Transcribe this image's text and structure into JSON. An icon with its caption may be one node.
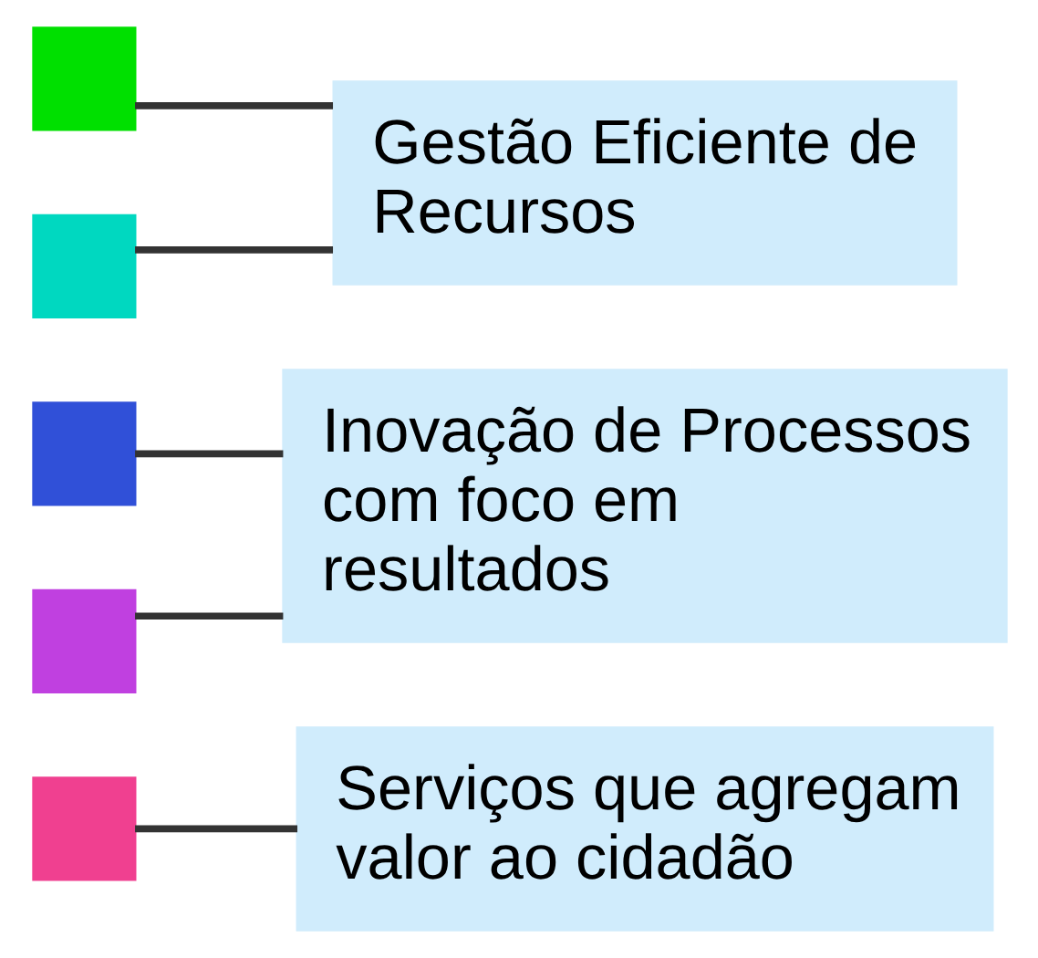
{
  "diagram": {
    "nodes": [
      {
        "text": [],
        "shape": "box"
      },
      {
        "text": [],
        "shape": "box"
      },
      {
        "text": [
          "Gestão Eficiente de Recursos"
        ]
      },
      {
        "text": [],
        "shape": "box"
      },
      {
        "text": [],
        "shape": "box"
      },
      {
        "text": [
          "Inovação de Processos com foco em resultados"
        ]
      },
      {
        "text": [],
        "shape": "box"
      },
      {
        "text": [
          "Serviços que agregam valor ao cidadão"
        ]
      }
    ],
    "edges": [
      {
        "from": 0,
        "to": 2,
        "arrow": "none"
      },
      {
        "from": 1,
        "to": 2,
        "arrow": "none"
      },
      {
        "from": 3,
        "to": 5,
        "arrow": "none"
      },
      {
        "from": 4,
        "to": 5,
        "arrow": "none"
      },
      {
        "from": 6,
        "to": 7,
        "arrow": "none"
      }
    ]
  }
}
